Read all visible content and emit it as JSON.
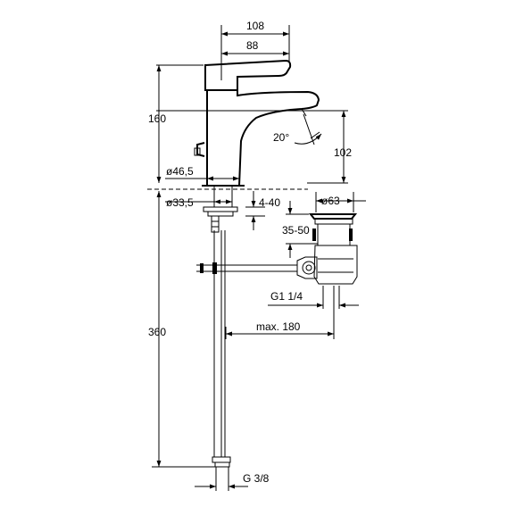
{
  "labels": {
    "dim_108": "108",
    "dim_88": "88",
    "dim_160": "160",
    "dim_20deg": "20°",
    "dim_102": "102",
    "dim_d46_5": "ø46,5",
    "dim_d33_5": "ø33,5",
    "dim_4_40": "4-40",
    "dim_d63": "ø63",
    "dim_35_50": "35-50",
    "dim_g1_1_4": "G1 1/4",
    "dim_max180": "max. 180",
    "dim_360": "360",
    "dim_g3_8": "G 3/8"
  }
}
